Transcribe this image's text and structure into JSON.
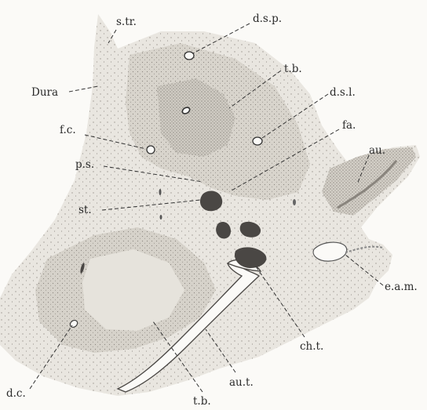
{
  "labels": {
    "s_tr": "s.tr.",
    "d_s_p": "d.s.p.",
    "t_b_top": "t.b.",
    "dura": "Dura",
    "d_s_l": "d.s.l.",
    "f_c": "f.c.",
    "fa": "fa.",
    "au": "au.",
    "p_s": "p.s.",
    "st": "st.",
    "e_a_m": "e.a.m.",
    "d_c": "d.c.",
    "ch_t": "ch.t.",
    "au_t": "au.t.",
    "t_b_bottom": "t.b."
  },
  "colors": {
    "background": "#fbfaf7",
    "outer_tissue": "#e9e6e0",
    "dense_tissue": "#d3cfc7",
    "dark_structure": "#4a4744",
    "ink": "#2a2a2a"
  }
}
